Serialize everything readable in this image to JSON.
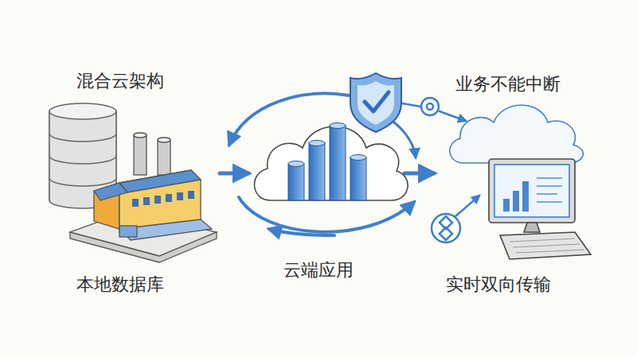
{
  "diagram": {
    "labels": [
      "混合云架构",
      "本地数据库",
      "云端应用",
      "业务不能中断",
      "实时双向传输"
    ]
  }
}
